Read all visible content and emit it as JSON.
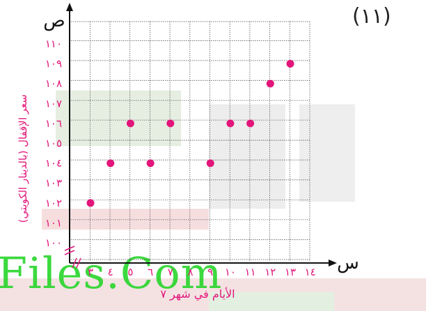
{
  "problem_number": "(١١)",
  "watermark": "Files.Com",
  "colors": {
    "points": "#e2157a",
    "labels": "#e2157a",
    "axis": "#111111",
    "grid": "#444444",
    "watermark": "#27d52b"
  },
  "chart_data": {
    "type": "scatter",
    "title": "",
    "xlabel": "الأيام في شهر ٧",
    "ylabel": "سعر الإقفال (بالدينار الكويتي)",
    "x_axis_symbol": "س",
    "y_axis_symbol": "ص",
    "x_axis_break": true,
    "y_axis_break": true,
    "grid": true,
    "xlim": [
      2,
      16.5
    ],
    "ylim": [
      99,
      111.5
    ],
    "x_ticks": [
      {
        "value": 3,
        "label": "٣"
      },
      {
        "value": 4,
        "label": "٤"
      },
      {
        "value": 5,
        "label": "٥"
      },
      {
        "value": 6,
        "label": "٦"
      },
      {
        "value": 7,
        "label": "٧"
      },
      {
        "value": 8,
        "label": "٨"
      },
      {
        "value": 9,
        "label": "٩"
      },
      {
        "value": 10,
        "label": "١٠"
      },
      {
        "value": 11,
        "label": "١١"
      },
      {
        "value": 12,
        "label": "١٢"
      },
      {
        "value": 13,
        "label": "١٣"
      },
      {
        "value": 14,
        "label": "١٤"
      }
    ],
    "y_ticks": [
      {
        "value": 100,
        "label": "١٠٠"
      },
      {
        "value": 101,
        "label": "١٠١"
      },
      {
        "value": 102,
        "label": "١٠٢"
      },
      {
        "value": 103,
        "label": "١٠٣"
      },
      {
        "value": 104,
        "label": "١٠٤"
      },
      {
        "value": 105,
        "label": "١٠٥"
      },
      {
        "value": 106,
        "label": "١٠٦"
      },
      {
        "value": 107,
        "label": "١٠٧"
      },
      {
        "value": 108,
        "label": "١٠٨"
      },
      {
        "value": 109,
        "label": "١٠٩"
      },
      {
        "value": 110,
        "label": "١١٠"
      }
    ],
    "points": [
      {
        "x": 3,
        "y": 102
      },
      {
        "x": 4,
        "y": 104
      },
      {
        "x": 5,
        "y": 106
      },
      {
        "x": 6,
        "y": 104
      },
      {
        "x": 7,
        "y": 106
      },
      {
        "x": 9,
        "y": 104
      },
      {
        "x": 10,
        "y": 106
      },
      {
        "x": 11,
        "y": 106
      },
      {
        "x": 12,
        "y": 108
      },
      {
        "x": 13,
        "y": 109
      }
    ]
  }
}
